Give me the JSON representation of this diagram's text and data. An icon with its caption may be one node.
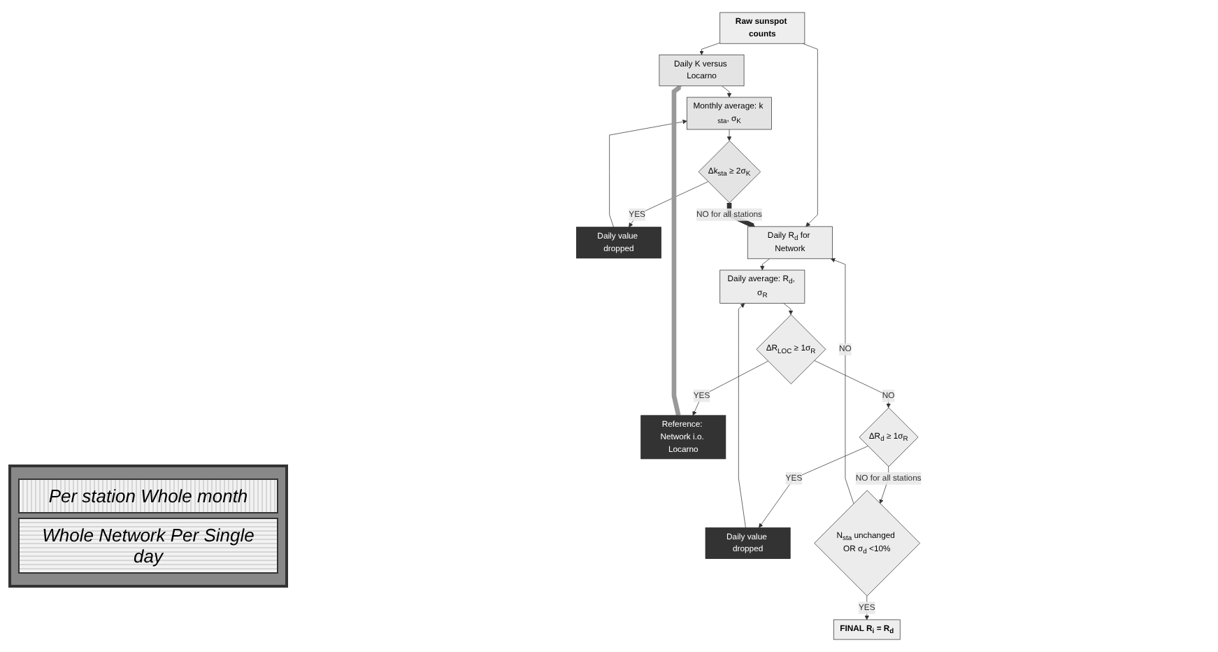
{
  "diagram": {
    "nodes": [
      {
        "text": [
          "Raw sunspot counts"
        ]
      },
      {
        "text": [
          "Daily K versus Locarno"
        ]
      },
      {
        "text": [
          "Monthly average: k $_{sta}$, σ$_{K}$"
        ]
      },
      {
        "text": [
          "Δk$_{sta}$ ≥ 2σ$_{K}$"
        ]
      },
      {
        "text": [
          "Daily value dropped"
        ]
      },
      {
        "text": [
          "Daily R$_{d}$ for Network"
        ]
      },
      {
        "text": [
          "Daily average: R$_{d}$, σ$_{R}$"
        ]
      },
      {
        "text": [
          "ΔR$_{LOC}$ ≥ 1σ$_{R}$"
        ]
      },
      {
        "text": [
          "Reference: Network i.o. Locarno"
        ]
      },
      {
        "text": [
          "ΔR$_{d}$ ≥ 1σ$_{R}$"
        ]
      },
      {
        "text": [
          "Daily value dropped"
        ]
      },
      {
        "text": [
          "N$_{sta}$ unchanged OR σ$_{d}$ <10%"
        ]
      },
      {
        "text": [
          "FINAL R$_{i}$ = R$_{d}$"
        ]
      }
    ],
    "edges": [
      {
        "from": 0,
        "to": 1,
        "arrow": "to"
      },
      {
        "from": 0,
        "to": 5,
        "arrow": "to"
      },
      {
        "from": 1,
        "to": 2,
        "arrow": "to"
      },
      {
        "from": 2,
        "to": 3,
        "arrow": "to"
      },
      {
        "from": 3,
        "to": 4,
        "label": "YES",
        "arrow": "to"
      },
      {
        "from": 4,
        "to": 2,
        "arrow": "to"
      },
      {
        "from": 3,
        "to": 5,
        "label": "NO for all stations",
        "arrow": "to",
        "style": "thick"
      },
      {
        "from": 5,
        "to": 6,
        "arrow": "to"
      },
      {
        "from": 6,
        "to": 7,
        "arrow": "to"
      },
      {
        "from": 7,
        "to": 8,
        "label": "YES",
        "arrow": "to"
      },
      {
        "from": 8,
        "to": 1,
        "arrow": "to",
        "style": "thick",
        "color": "#999999"
      },
      {
        "from": 7,
        "to": 9,
        "label": "NO",
        "arrow": "to"
      },
      {
        "from": 9,
        "to": 10,
        "label": "YES",
        "arrow": "to"
      },
      {
        "from": 10,
        "to": 6,
        "arrow": "to"
      },
      {
        "from": 9,
        "to": 11,
        "label": "NO for all stations",
        "arrow": "to"
      },
      {
        "from": 11,
        "to": 12,
        "label": "YES",
        "arrow": "to"
      },
      {
        "from": 11,
        "to": 5,
        "label": "NO",
        "arrow": "to"
      }
    ],
    "legend": [
      {
        "text": "Per station Whole month"
      },
      {
        "text": "Whole Network Per Single day"
      }
    ]
  }
}
